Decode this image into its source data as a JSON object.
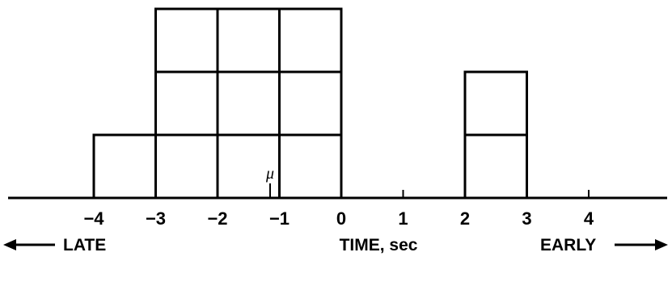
{
  "chart_data": {
    "type": "histogram",
    "xlabel": "TIME, sec",
    "xlim": [
      -5,
      5
    ],
    "ylim": [
      0,
      3
    ],
    "xticks": [
      -4,
      -3,
      -2,
      -1,
      0,
      1,
      2,
      3,
      4
    ],
    "tick_labels": [
      "−4",
      "−3",
      "−2",
      "−1",
      "0",
      "1",
      "2",
      "3",
      "4"
    ],
    "bins": [
      {
        "x0": -4,
        "x1": -3,
        "count": 1
      },
      {
        "x0": -3,
        "x1": -2,
        "count": 3
      },
      {
        "x0": -2,
        "x1": -1,
        "count": 3
      },
      {
        "x0": -1,
        "x1": 0,
        "count": 3
      },
      {
        "x0": 2,
        "x1": 3,
        "count": 2
      }
    ],
    "mean": {
      "label": "μ",
      "x": -1.15
    },
    "direction_labels": {
      "left": "LATE",
      "right": "EARLY"
    },
    "axis_color": "#000000"
  }
}
